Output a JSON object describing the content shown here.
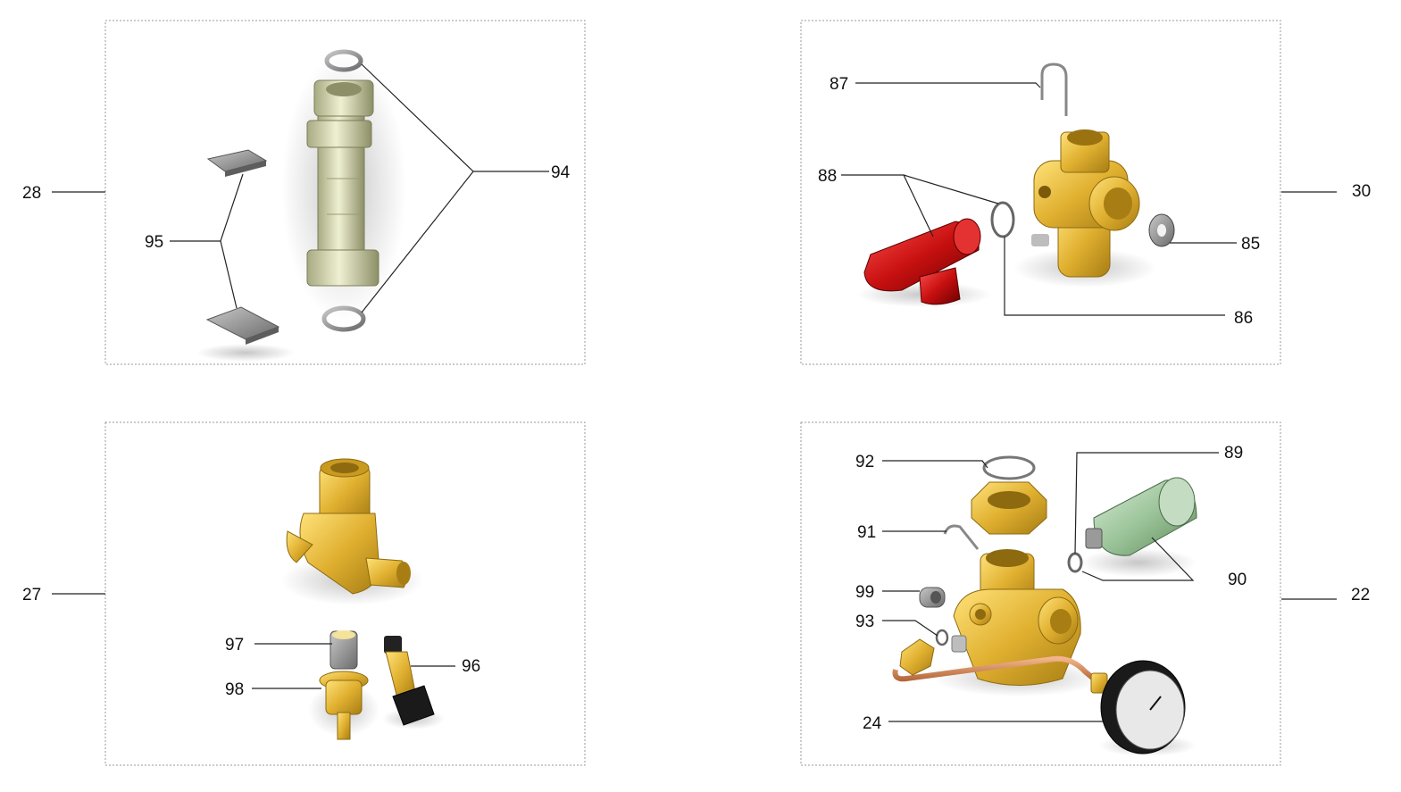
{
  "panels": {
    "top_left": {
      "assembly": "28",
      "parts": {
        "oring": "94",
        "clip": "95"
      }
    },
    "top_right": {
      "assembly": "30",
      "parts": {
        "pin": "87",
        "valve_cap": "88",
        "washer": "85",
        "oring": "86"
      }
    },
    "bottom_left": {
      "assembly": "27",
      "parts": {
        "sensor_cap": "97",
        "sensor": "98",
        "plug": "96"
      }
    },
    "bottom_right": {
      "assembly": "22",
      "parts": {
        "clip_ring": "92",
        "pin": "91",
        "oring": "89",
        "vent": "90",
        "cap": "99",
        "small_oring": "93",
        "gauge": "24"
      }
    }
  },
  "colors": {
    "brass": "#e0b030",
    "brass_dark": "#a77d14",
    "red": "#c81010",
    "olive": "#d6d8b4",
    "green": "#9cc49a",
    "grey": "#8c8c8c",
    "copper": "#d88a55"
  }
}
